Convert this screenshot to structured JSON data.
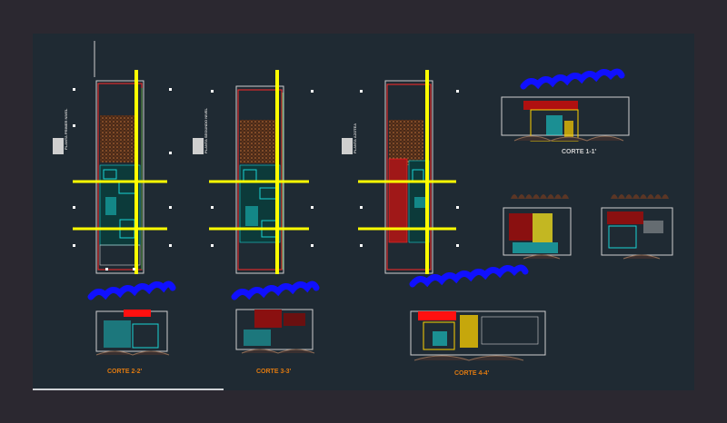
{
  "sheet": {
    "plan_titles": [
      "PLANTA PRIMER NIVEL",
      "PLANTA SEGUNDO NIVEL",
      "PLANTA AZOTEA"
    ],
    "sections": [
      {
        "label": "CORTE 1-1'"
      },
      {
        "label": "CORTE 2-2'"
      },
      {
        "label": "CORTE 3-3'"
      },
      {
        "label": "CORTE 4-4'"
      }
    ]
  },
  "colors": {
    "background": "#1f2a33",
    "frame": "#2b2830",
    "axis": "#ffff00",
    "cloud": "#1010ff",
    "label": "#e07a10",
    "wall": "#ff2a2a",
    "furniture": "#19d4d4",
    "terrain": "#8a6a55"
  }
}
